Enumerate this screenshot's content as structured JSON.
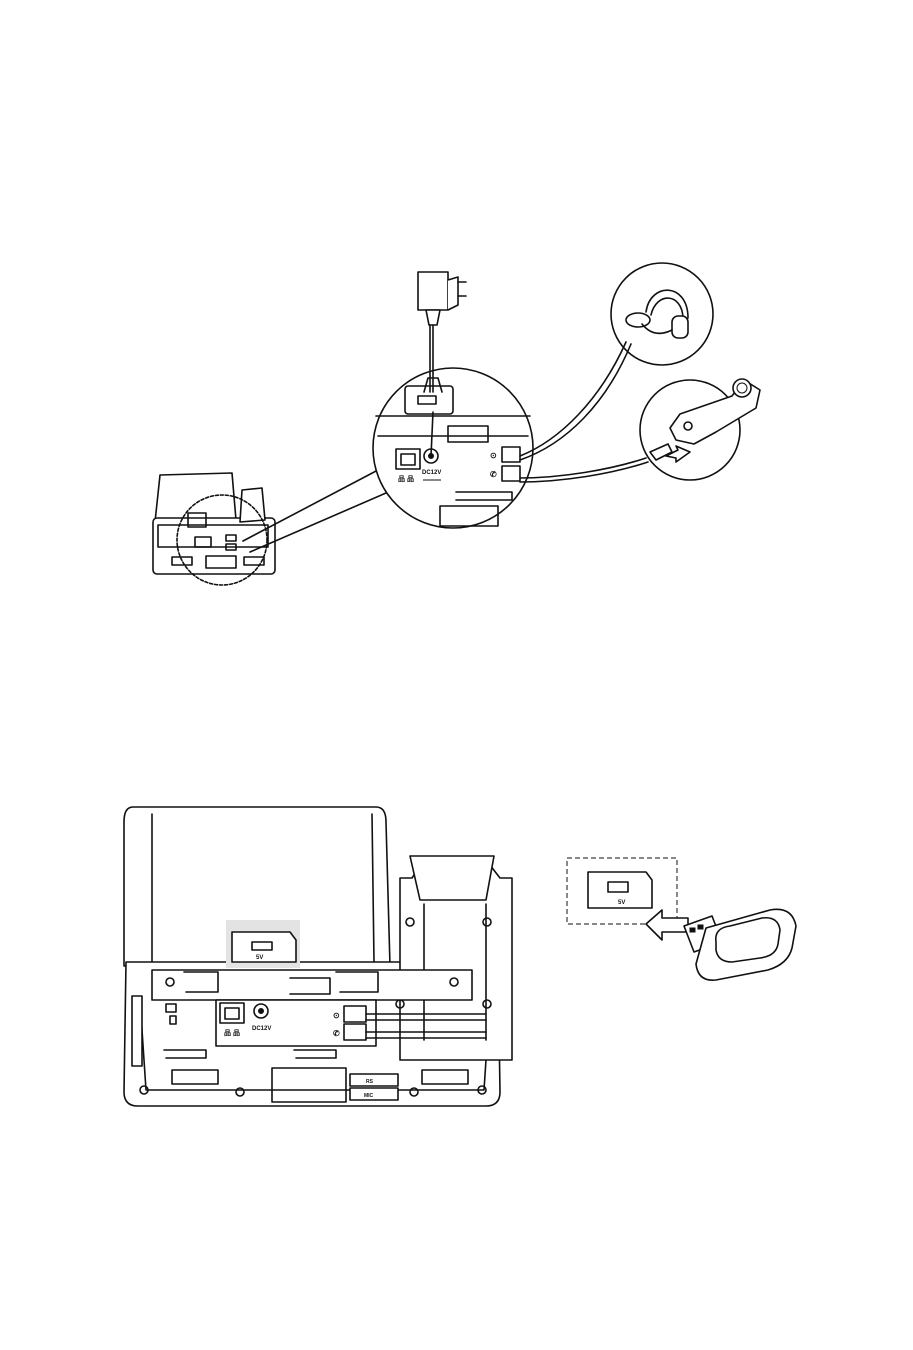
{
  "diagram": {
    "top": {
      "power_port_label": "DC12V",
      "ethernet_ports_label": "品 品"
    },
    "bottom": {
      "power_port_label": "DC12V",
      "usb_port_label": "5V",
      "usb_port_label_zoom": "5V",
      "button_label_1": "RS",
      "button_label_2": "MIC"
    }
  }
}
